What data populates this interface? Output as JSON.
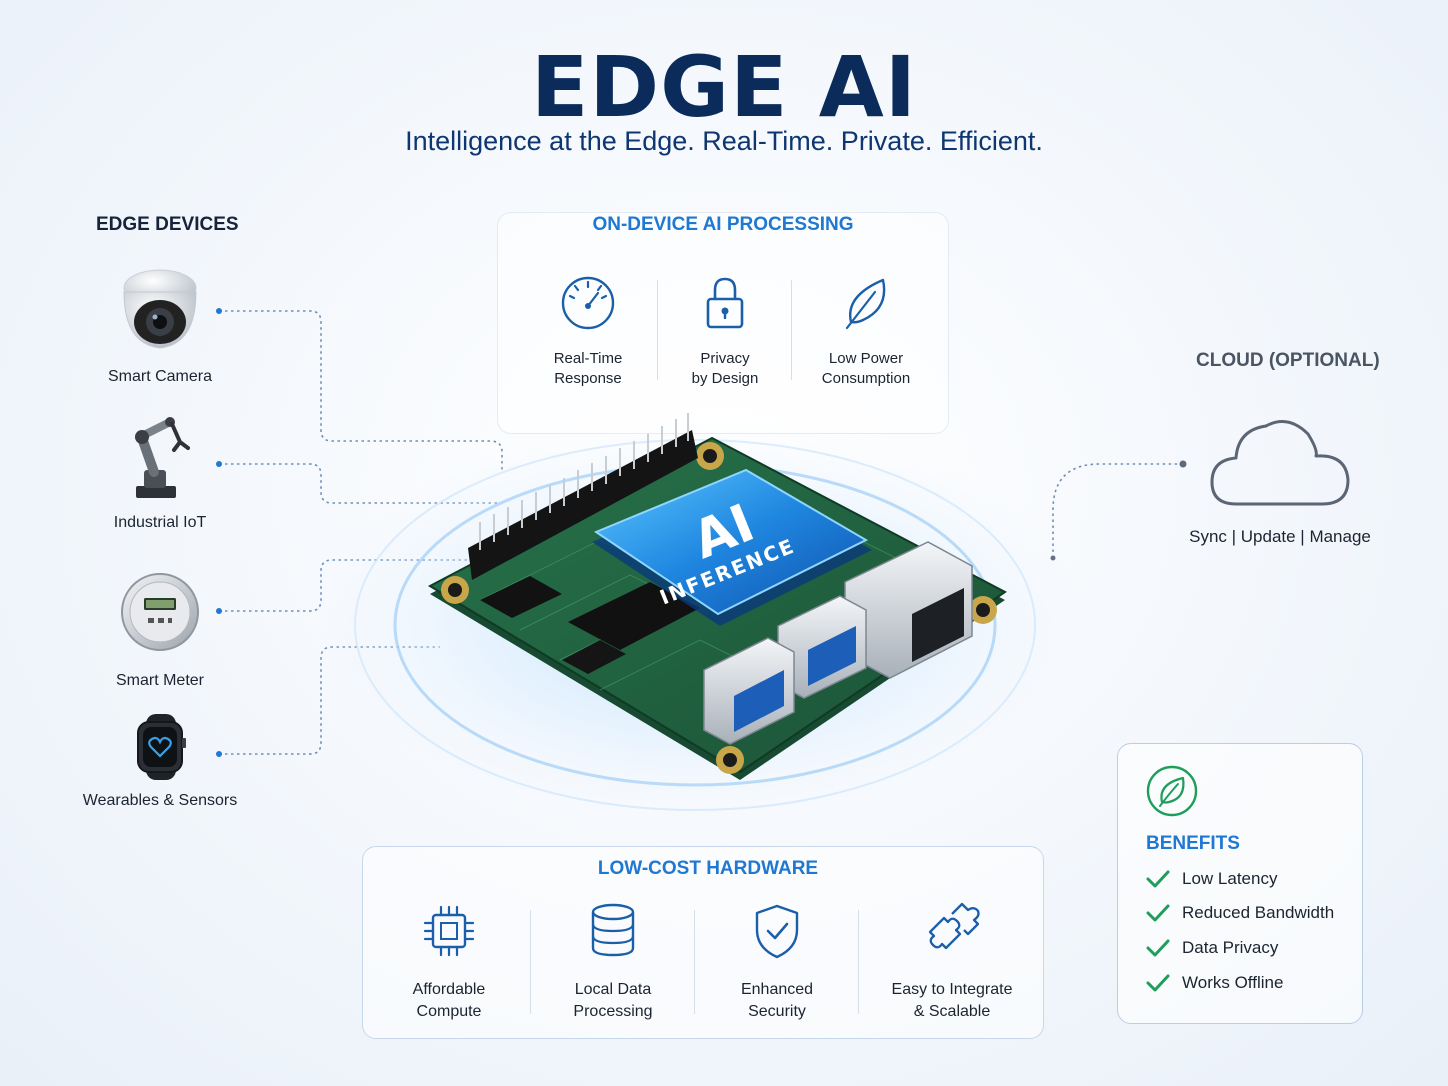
{
  "header": {
    "title": "EDGE AI",
    "subtitle": "Intelligence at the Edge. Real-Time. Private. Efficient."
  },
  "edge_devices": {
    "heading": "EDGE DEVICES",
    "items": [
      {
        "label": "Smart Camera",
        "icon": "camera-icon"
      },
      {
        "label": "Industrial IoT",
        "icon": "robot-arm-icon"
      },
      {
        "label": "Smart Meter",
        "icon": "meter-icon"
      },
      {
        "label": "Wearables & Sensors",
        "icon": "smartwatch-icon"
      }
    ]
  },
  "on_device": {
    "heading": "ON-DEVICE AI PROCESSING",
    "items": [
      {
        "line1": "Real-Time",
        "line2": "Response",
        "icon": "speedometer-icon"
      },
      {
        "line1": "Privacy",
        "line2": "by Design",
        "icon": "lock-icon"
      },
      {
        "line1": "Low Power",
        "line2": "Consumption",
        "icon": "leaf-icon"
      }
    ]
  },
  "board": {
    "chip_title": "AI",
    "chip_subtitle": "INFERENCE"
  },
  "cloud": {
    "heading": "CLOUD (OPTIONAL)",
    "caption": "Sync | Update | Manage",
    "icon": "cloud-icon"
  },
  "hardware": {
    "heading": "LOW-COST HARDWARE",
    "items": [
      {
        "line1": "Affordable",
        "line2": "Compute",
        "icon": "cpu-icon"
      },
      {
        "line1": "Local Data",
        "line2": "Processing",
        "icon": "database-icon"
      },
      {
        "line1": "Enhanced",
        "line2": "Security",
        "icon": "shield-icon"
      },
      {
        "line1": "Easy to Integrate",
        "line2": "& Scalable",
        "icon": "puzzle-icon"
      }
    ]
  },
  "benefits": {
    "heading": "BENEFITS",
    "icon": "leaf-icon",
    "items": [
      "Low Latency",
      "Reduced Bandwidth",
      "Data Privacy",
      "Works Offline"
    ]
  },
  "colors": {
    "title": "#0b2b5a",
    "accent_blue": "#1f78d1",
    "check_green": "#1e9e5a",
    "pcb_green": "#1f5e3e"
  }
}
